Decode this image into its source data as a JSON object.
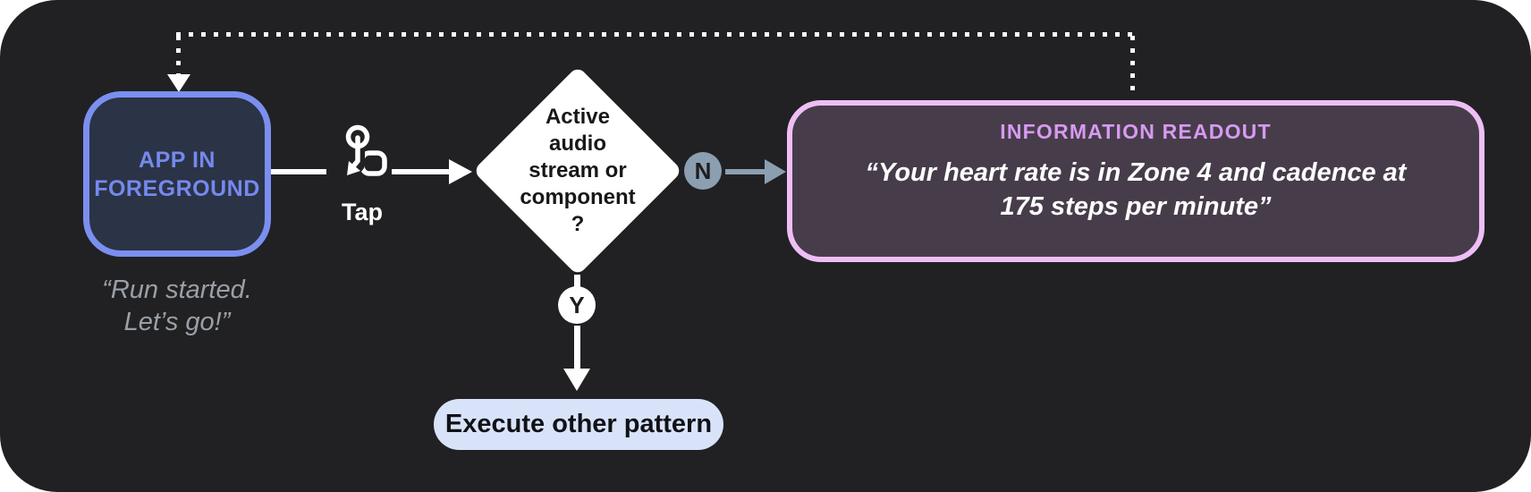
{
  "colors": {
    "page_bg": "#ffffff",
    "canvas_bg": "#212124",
    "app_border": "#7b8ff0",
    "app_fill": "#2b3346",
    "app_text": "#7589ee",
    "caption_text": "#9aa0a6",
    "flow_white": "#ffffff",
    "branch_slate": "#8b9fb0",
    "diamond_fill": "#ffffff",
    "diamond_text": "#17181a",
    "readout_border": "#eebef5",
    "readout_fill": "#473d4a",
    "readout_title": "#d79af2",
    "readout_text": "#ffffff",
    "pill_fill": "#d8e3f9",
    "pill_text": "#111217"
  },
  "diagram": {
    "app_node": {
      "label": "APP IN\nFOREGROUND",
      "caption": "“Run started.\nLet’s go!”"
    },
    "tap": {
      "label": "Tap"
    },
    "decision": {
      "question": "Active\naudio\nstream or\ncomponent\n?"
    },
    "branches": {
      "no_label": "N",
      "yes_label": "Y"
    },
    "readout_node": {
      "title": "INFORMATION READOUT",
      "quote": "“Your heart rate is in Zone 4 and cadence at\n175 steps per minute”"
    },
    "yes_node": {
      "label": "Execute other pattern"
    }
  }
}
